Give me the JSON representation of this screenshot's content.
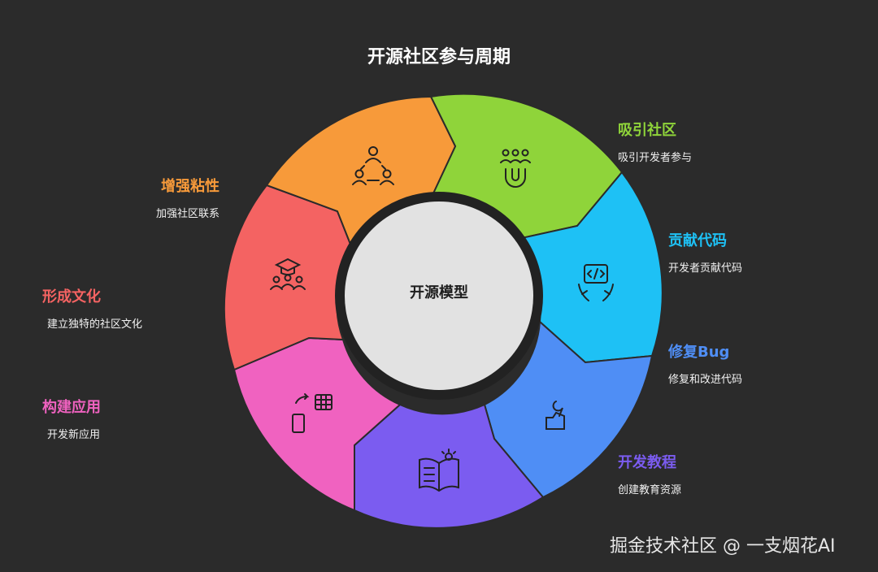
{
  "title": "开源社区参与周期",
  "center": "开源模型",
  "watermark": "掘金技术社区 @ 一支烟花AI",
  "colors": {
    "attract": "#8fd43a",
    "contribute": "#1ec1f5",
    "fix": "#4f8ef5",
    "tutorial": "#7b5cf0",
    "build": "#f062c0",
    "culture": "#f46362",
    "engage": "#f79a3a",
    "center_fill": "#e2e2e2",
    "center_ring": "#222222",
    "background": "#2b2b2b"
  },
  "segments": [
    {
      "key": "attract",
      "title": "吸引社区",
      "desc": "吸引开发者参与",
      "icon": "people-magnet-icon"
    },
    {
      "key": "contribute",
      "title": "贡献代码",
      "desc": "开发者贡献代码",
      "icon": "code-hands-icon"
    },
    {
      "key": "fix",
      "title": "修复Bug",
      "desc": "修复和改进代码",
      "icon": "wrench-hand-icon"
    },
    {
      "key": "tutorial",
      "title": "开发教程",
      "desc": "创建教育资源",
      "icon": "book-lightbulb-icon"
    },
    {
      "key": "build",
      "title": "构建应用",
      "desc": "开发新应用",
      "icon": "phone-grid-icon"
    },
    {
      "key": "culture",
      "title": "形成文化",
      "desc": "建立独特的社区文化",
      "icon": "graduation-group-icon"
    },
    {
      "key": "engage",
      "title": "增强粘性",
      "desc": "加强社区联系",
      "icon": "team-connect-icon"
    }
  ]
}
